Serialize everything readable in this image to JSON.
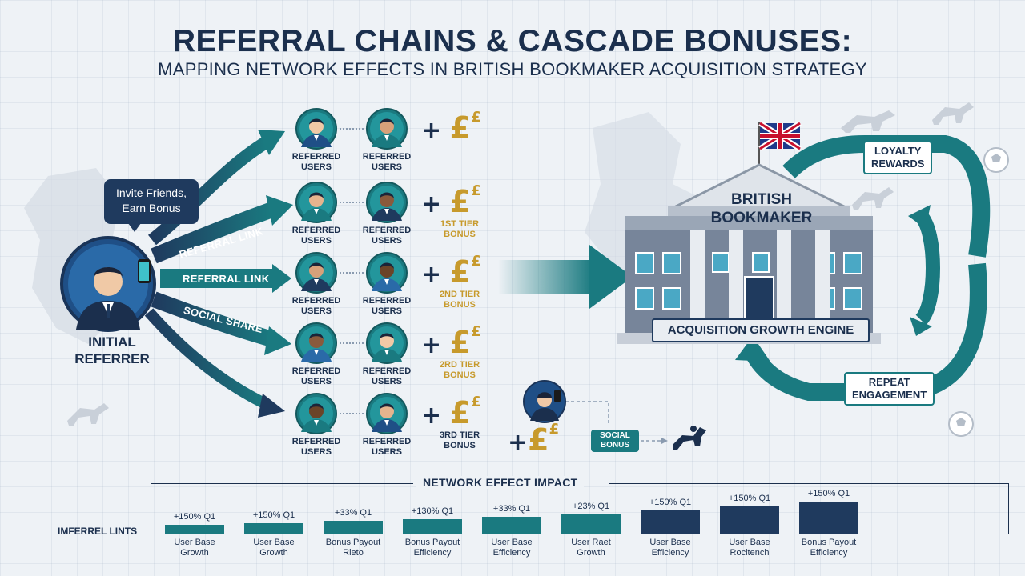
{
  "title": "REFERRAL CHAINS & CASCADE BONUSES:",
  "subtitle": "MAPPING NETWORK EFFECTS IN BRITISH BOOKMAKER ACQUISITION STRATEGY",
  "referrer": {
    "bubble_line1": "Invite Friends,",
    "bubble_line2": "Earn Bonus",
    "label_line1": "INITIAL",
    "label_line2": "REFERRER"
  },
  "arrow_labels": [
    "REFERRAL LINK",
    "REFERRAL LINK",
    "SOCIAL SHARE"
  ],
  "rows": [
    {
      "users": [
        "REFERRED USERS",
        "REFERRED USERS"
      ],
      "tier": ""
    },
    {
      "users": [
        "REFERRED USERS",
        "REFERRED USERS"
      ],
      "tier": "1ST TIER BONUS"
    },
    {
      "users": [
        "REFERRED USERS",
        "REFERRED USERS"
      ],
      "tier": "2ND TIER BONUS"
    },
    {
      "users": [
        "REFERRED USERS",
        "REFERRED USERS"
      ],
      "tier": "2RD TIER BONUS"
    },
    {
      "users": [
        "REFERRED USERS",
        "REFERRED USERS"
      ],
      "tier": "3RD TIER BONUS"
    }
  ],
  "plus_symbol": "+",
  "pound_symbol": "£",
  "bookmaker": {
    "name_line1": "BRITISH",
    "name_line2": "BOOKMAKER",
    "engine": "ACQUISITION GROWTH ENGINE",
    "loop_top_line1": "LOYALTY",
    "loop_top_line2": "REWARDS",
    "loop_bottom_line1": "REPEAT",
    "loop_bottom_line2": "ENGAGEMENT"
  },
  "social_bonus_line1": "SOCIAL",
  "social_bonus_line2": "BONUS",
  "colors": {
    "navy": "#1b2f4d",
    "teal": "#1a7a80",
    "gold": "#c79a2c"
  },
  "chart_data": {
    "type": "bar",
    "title": "NETWORK EFFECT IMPACT",
    "side_label": "IMFERREL LINTS",
    "categories": [
      [
        "User Base",
        "Growth"
      ],
      [
        "User Base",
        "Growth"
      ],
      [
        "Bonus Payout",
        "Rieto"
      ],
      [
        "Bonus Payout",
        "Efficiency"
      ],
      [
        "User Base",
        "Efficiency"
      ],
      [
        "User Raet",
        "Growth"
      ],
      [
        "User Base",
        "Efficiency"
      ],
      [
        "User Base",
        "Rocitench"
      ],
      [
        "Bonus Payout",
        "Efficiency"
      ]
    ],
    "value_labels": [
      "+150% Q1",
      "+150% Q1",
      "+33% Q1",
      "+130% Q1",
      "+33% Q1",
      "+23% Q1",
      "+150% Q1",
      "+150% Q1",
      "+150% Q1"
    ],
    "values": [
      150,
      150,
      33,
      130,
      33,
      23,
      150,
      150,
      150
    ],
    "bar_heights_rel": [
      0.25,
      0.3,
      0.36,
      0.42,
      0.48,
      0.55,
      0.65,
      0.78,
      0.9
    ],
    "colors": [
      "#1a7a80",
      "#1a7a80",
      "#1a7a80",
      "#1a7a80",
      "#1a7a80",
      "#1a7a80",
      "#1f3a5e",
      "#1f3a5e",
      "#1f3a5e"
    ]
  }
}
